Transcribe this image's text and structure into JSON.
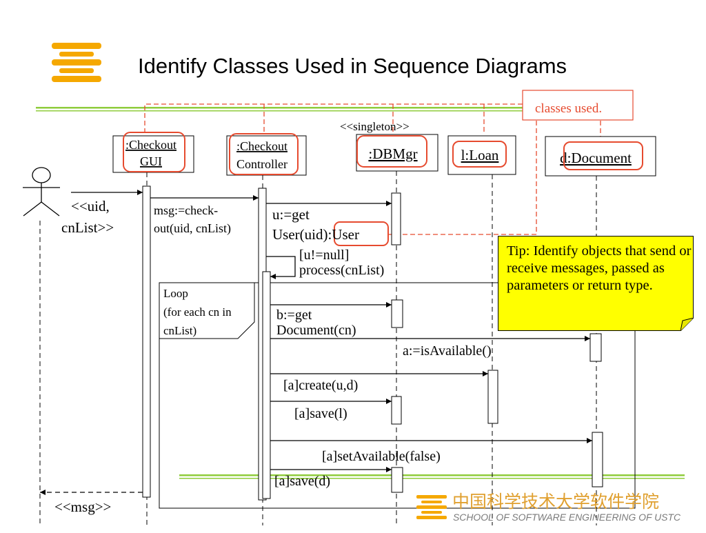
{
  "slide": {
    "title": "Identify Classes Used in Sequence Diagrams",
    "callout": "classes used.",
    "stereotype": "<<singleton>>",
    "tip": "Tip: Identify objects that send or receive messages, passed as parameters or return type."
  },
  "lifelines": [
    {
      "label_lines": [
        ":Checkout",
        "GUI"
      ]
    },
    {
      "label_lines": [
        ":Checkout",
        "Controller"
      ]
    },
    {
      "label_lines": [
        ":DBMgr"
      ]
    },
    {
      "label_lines": [
        "l:Loan"
      ]
    },
    {
      "label_lines": [
        "d:Document"
      ]
    }
  ],
  "messages": {
    "input_lines": [
      "<<uid,",
      "cnList>>"
    ],
    "checkout_lines": [
      "msg:=check-",
      "out(uid, cnList)"
    ],
    "get_user_lines": [
      "u:=get",
      "User(uid):User"
    ],
    "guard_lines": [
      "[u!=null]",
      "process(cnList)"
    ],
    "loop_lines": [
      "Loop",
      "(for each cn in",
      "cnList)"
    ],
    "get_doc_lines": [
      "b:=get",
      "Document(cn)"
    ],
    "is_available": "a:=isAvailable()",
    "create": "[a]create(u,d)",
    "save_loan": "[a]save(l)",
    "set_available": "[a]setAvailable(false)",
    "save_doc": "[a]save(d)",
    "return": "<<msg>>"
  },
  "footer": {
    "cn": "中国科学技术大学软件学院",
    "en": "SCHOOL OF SOFTWARE ENGINEERING OF USTC"
  },
  "colors": {
    "logo": "#f5a800",
    "accent_line": "#8fcc3b",
    "highlight": "#e64a2e",
    "tip_background": "#ffff00"
  }
}
